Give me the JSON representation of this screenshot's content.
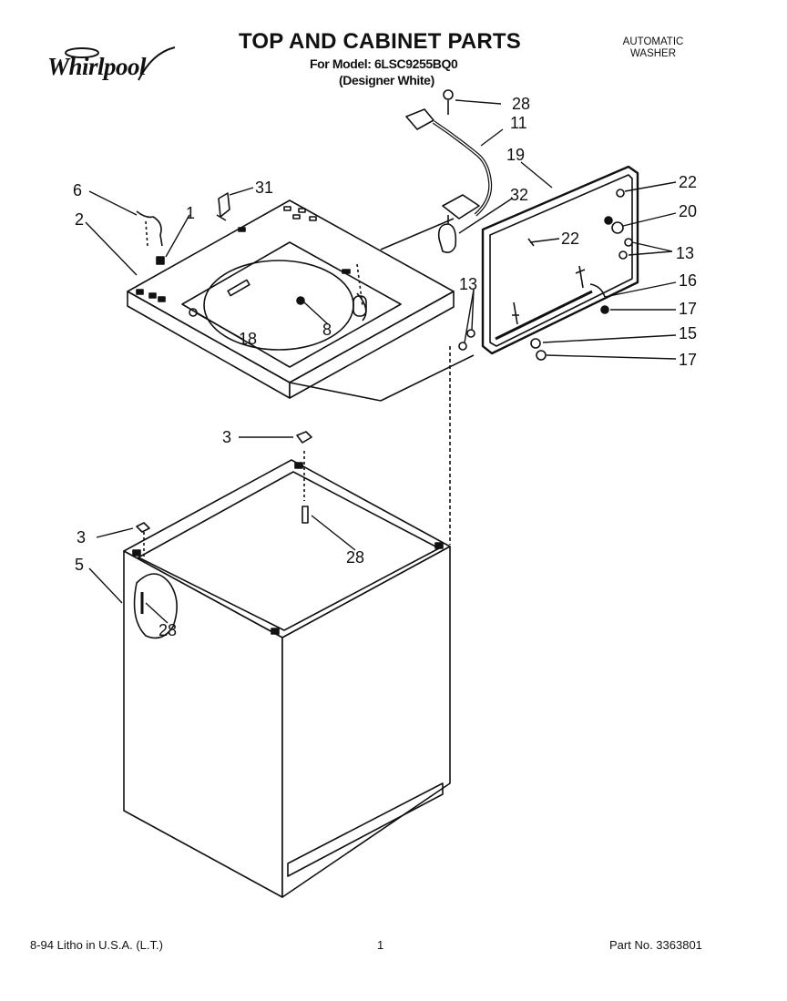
{
  "header": {
    "brand_name": "Whirlpool",
    "title": "TOP AND CABINET PARTS",
    "model_line": "For Model: 6LSC9255BQ0",
    "variant_line": "(Designer White)",
    "product_line1": "AUTOMATIC",
    "product_line2": "WASHER"
  },
  "callouts": {
    "c28a": "28",
    "c11": "11",
    "c19": "19",
    "c22a": "22",
    "c6": "6",
    "c31": "31",
    "c32": "32",
    "c1": "1",
    "c2": "2",
    "c22b": "22",
    "c20": "20",
    "c13a": "13",
    "c16": "16",
    "c13b": "13",
    "c17a": "17",
    "c8": "8",
    "c18": "18",
    "c15": "15",
    "c17b": "17",
    "c3a": "3",
    "c3b": "3",
    "c28b": "28",
    "c5": "5",
    "c28c": "28"
  },
  "footer": {
    "print_info": "8-94 Litho in U.S.A. (L.T.)",
    "page_number": "1",
    "part_number": "Part No. 3363801"
  }
}
